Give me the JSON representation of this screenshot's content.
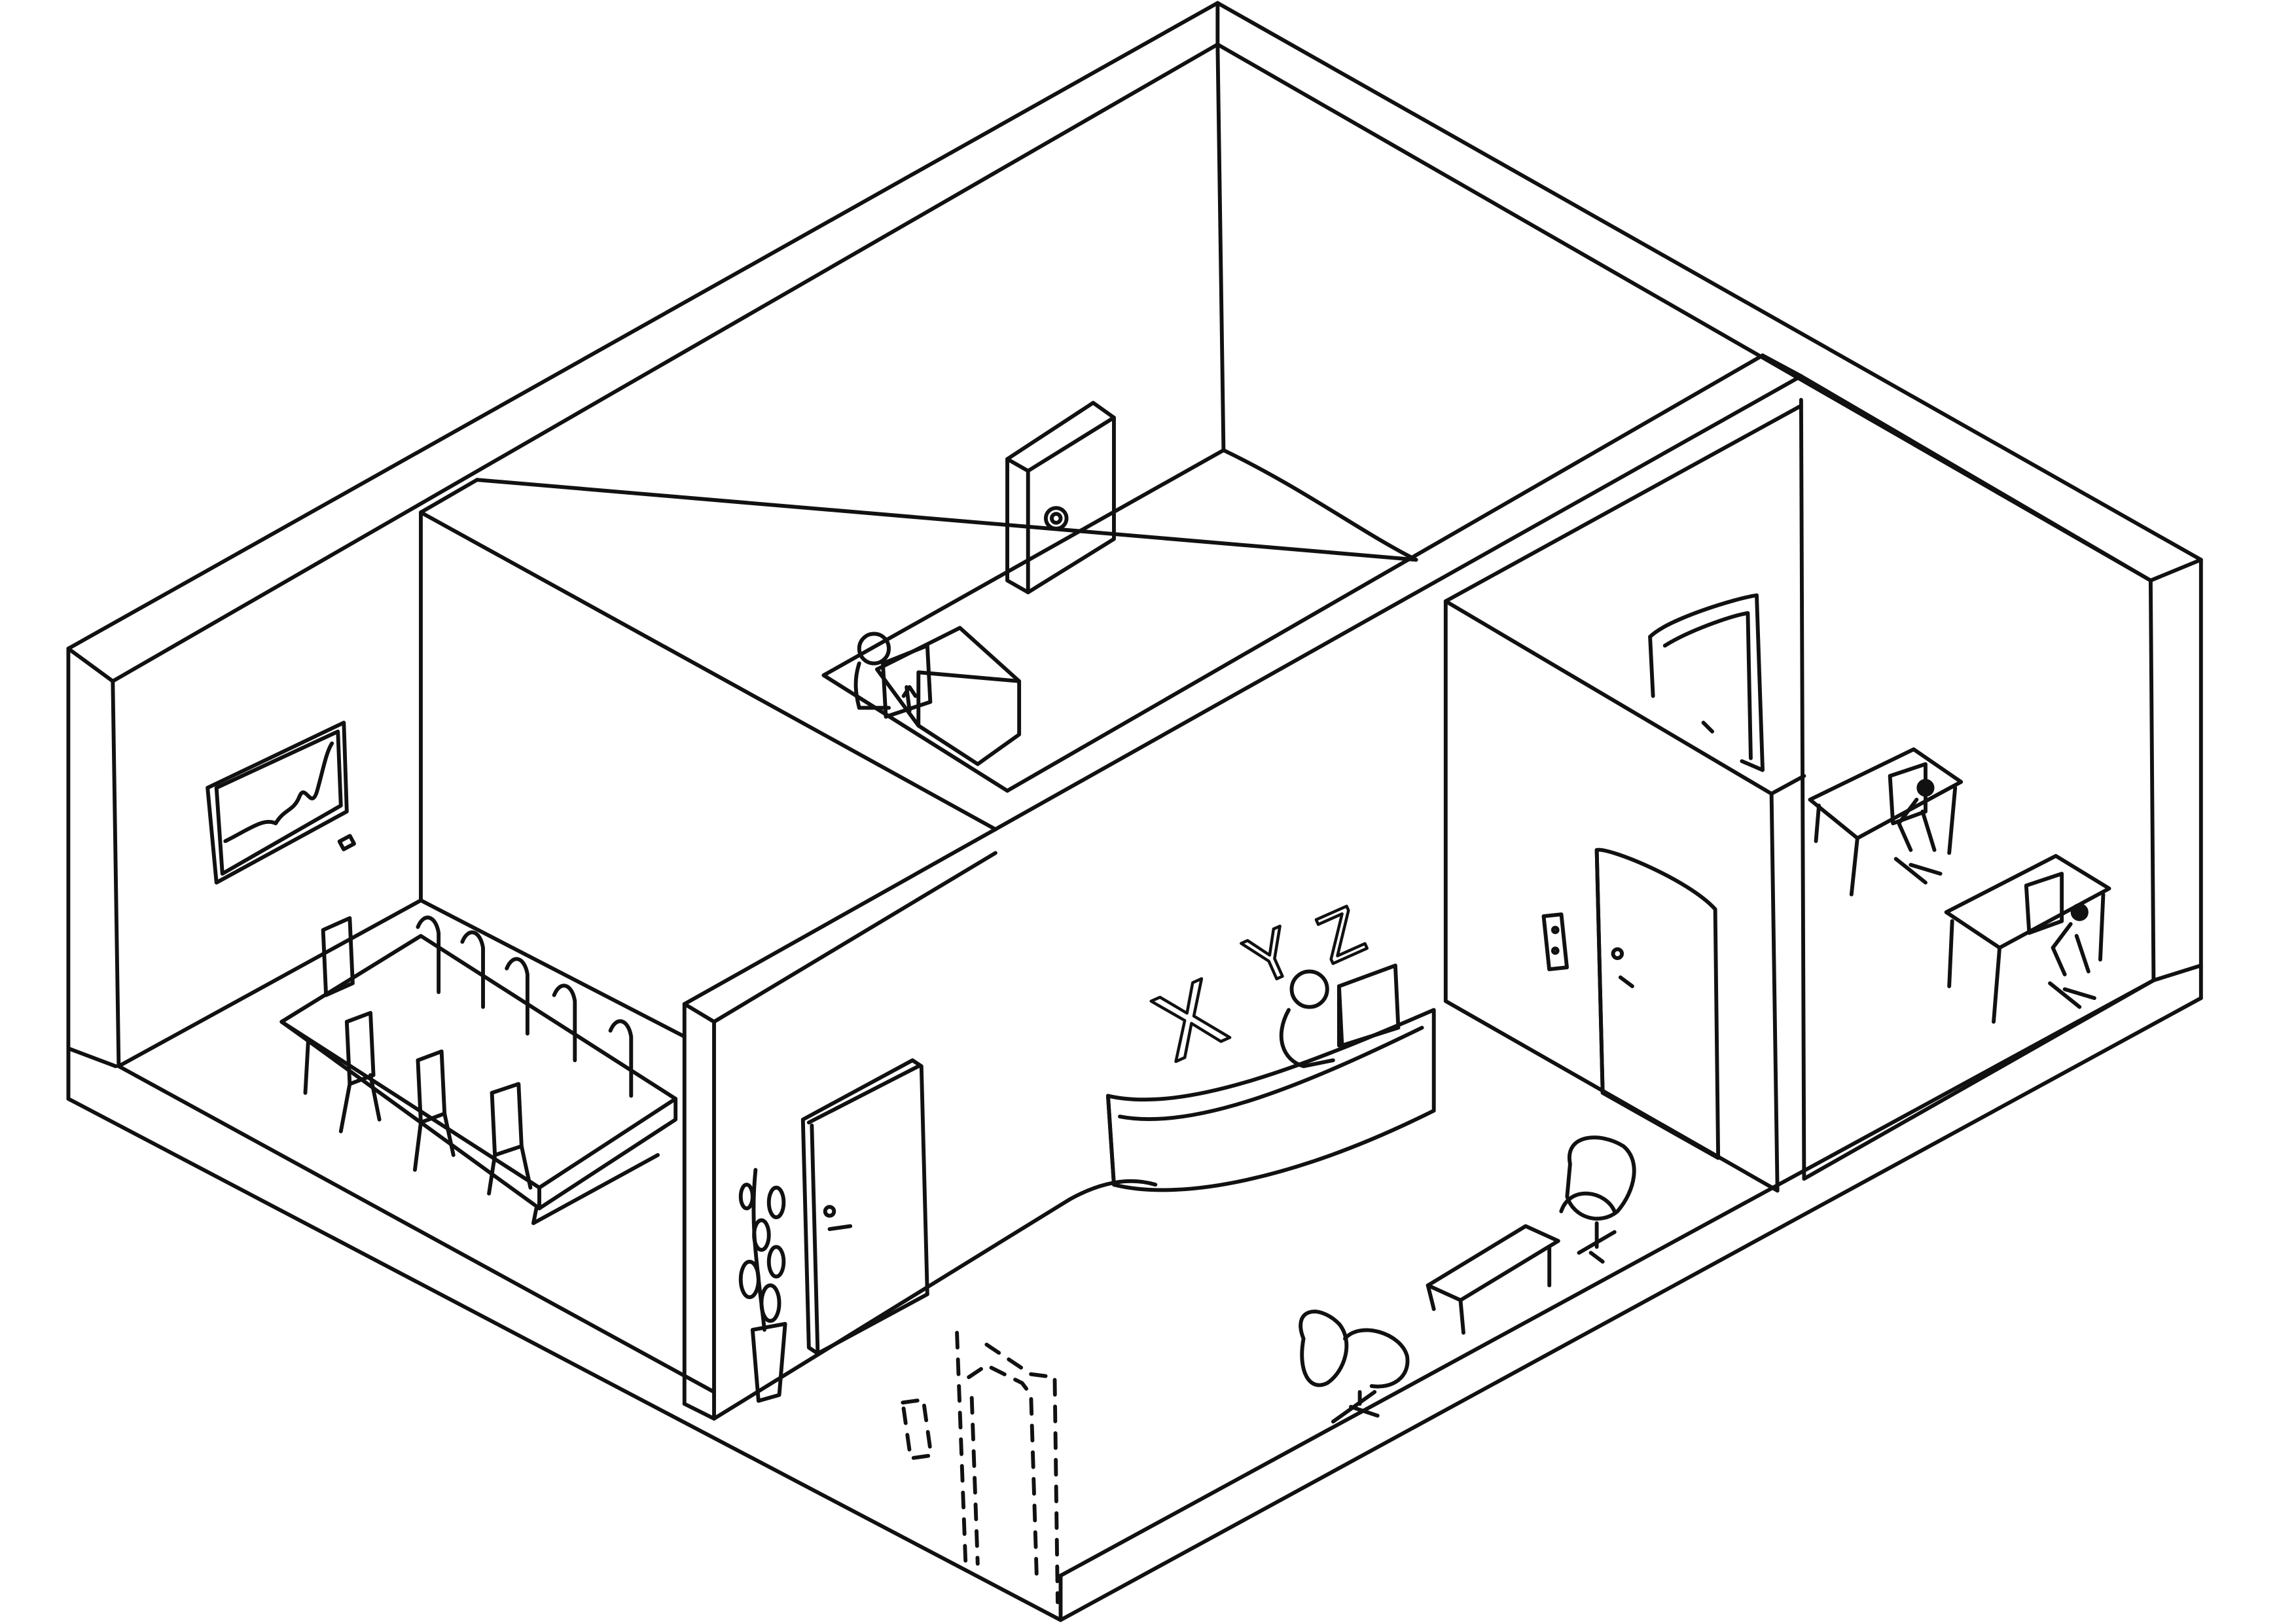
{
  "drawing": {
    "logo_text": "XYZ",
    "logo_letters": [
      "X",
      "Y",
      "Z"
    ],
    "stroke_color": "#111111",
    "background_color": "#ffffff"
  },
  "rooms": [
    {
      "id": "conference-room",
      "contents": [
        "wall-screen",
        "conference-table",
        "chairs"
      ]
    },
    {
      "id": "vault-room",
      "contents": [
        "vault-door",
        "desk",
        "person-at-computer"
      ]
    },
    {
      "id": "lobby",
      "contents": [
        "reception-desk",
        "receptionist",
        "logo",
        "bench",
        "lounge-chairs",
        "plant",
        "doors",
        "elevator"
      ]
    },
    {
      "id": "corridor-office",
      "contents": [
        "door"
      ]
    },
    {
      "id": "workstations",
      "contents": [
        "desks",
        "people-at-computers"
      ]
    }
  ]
}
